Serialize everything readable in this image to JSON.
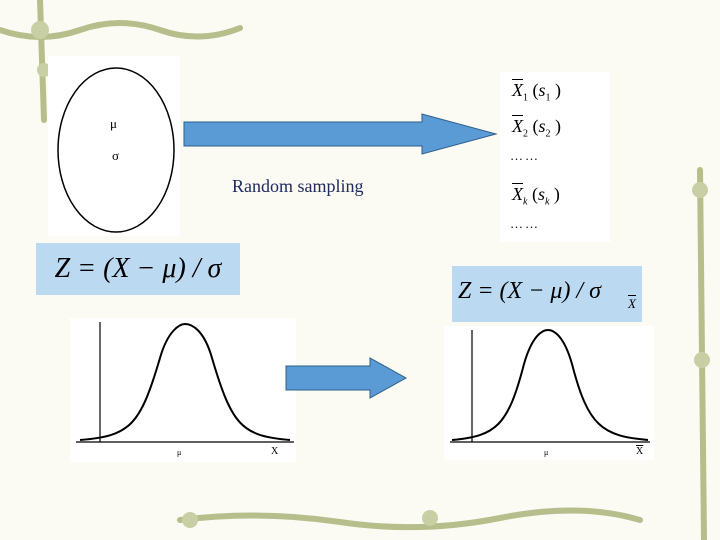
{
  "population": {
    "mu": "μ",
    "sigma": "σ"
  },
  "caption": "Random sampling",
  "samples": [
    {
      "var": "X",
      "sub": "1",
      "stat": "s",
      "stat_sub": "1"
    },
    {
      "var": "X",
      "sub": "2",
      "stat": "s",
      "stat_sub": "2"
    },
    {
      "var": "X",
      "sub": "k",
      "stat": "s",
      "stat_sub": "k"
    }
  ],
  "ellipsis": "……",
  "formula_left": "Z = (X − μ) / σ",
  "formula_right": "Z = (X − μ) / σ",
  "formula_right_sub": "X",
  "left_curve": {
    "center_label": "μ",
    "axis_label": "X"
  },
  "right_curve": {
    "center_label": "μ",
    "axis_label": "X"
  },
  "colors": {
    "arrow_fill": "#5b9bd5",
    "formula_bg": "#bcd9f2",
    "vine": "#a5b07a"
  }
}
